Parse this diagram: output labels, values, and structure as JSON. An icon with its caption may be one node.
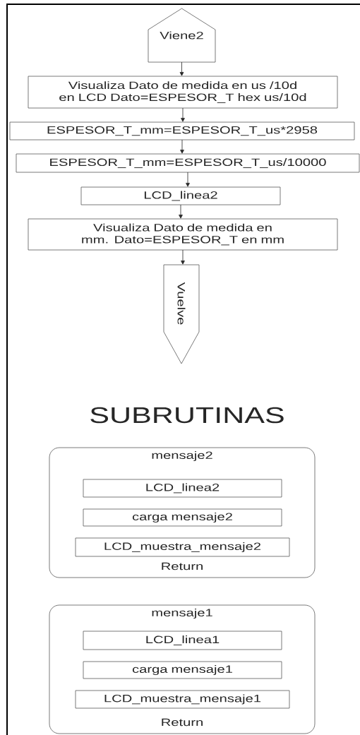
{
  "diagram": {
    "nodes": [
      {
        "text": [
          "Viene2"
        ]
      },
      {
        "text": [
          "Visualiza Dato de medida en us /10d en LCD Dato=ESPESOR_T hex us/10d"
        ]
      },
      {
        "text": [
          "ESPESOR_T_mm=ESPESOR_T_us*2958"
        ]
      },
      {
        "text": [
          "ESPESOR_T_mm=ESPESOR_T_us/10000"
        ]
      },
      {
        "text": [
          "LCD_linea2"
        ]
      },
      {
        "text": [
          "Visualiza Dato de medida en mm. Dato=ESPESOR_T en mm"
        ]
      },
      {
        "text": [
          "Vuelve"
        ]
      },
      {
        "text": [
          "mensaje2",
          "Return"
        ]
      },
      {
        "text": [
          "LCD_linea2"
        ],
        "in": 7
      },
      {
        "text": [
          "carga mensaje2"
        ],
        "in": 7
      },
      {
        "text": [
          "LCD_muestra_mensaje2"
        ],
        "in": 7
      },
      {
        "text": [
          "mensaje1",
          "Return"
        ]
      },
      {
        "text": [
          "LCD_linea1"
        ],
        "in": 11
      },
      {
        "text": [
          "carga mensaje1"
        ],
        "in": 11
      },
      {
        "text": [
          "LCD_muestra_mensaje1"
        ],
        "in": 11
      }
    ],
    "edges": [
      {
        "from": 0,
        "to": 1,
        "arrow": "to"
      },
      {
        "from": 1,
        "to": 2,
        "arrow": "to"
      },
      {
        "from": 2,
        "to": 3,
        "arrow": "to"
      },
      {
        "from": 3,
        "to": 4,
        "arrow": "to"
      },
      {
        "from": 4,
        "to": 5,
        "arrow": "to"
      },
      {
        "from": 5,
        "to": 6,
        "arrow": "to"
      }
    ],
    "labels": [
      "SUBRUTINAS"
    ]
  }
}
